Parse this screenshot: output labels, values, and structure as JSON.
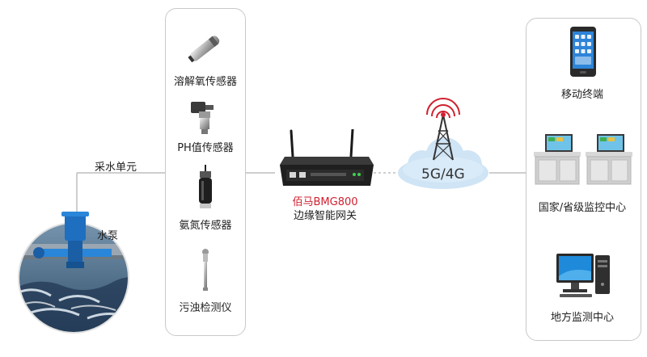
{
  "left": {
    "pipe_label": "采水单元",
    "pump_label": "水泵"
  },
  "sensors": [
    {
      "label": "溶解氧传感器",
      "icon": "dissolved-oxygen-sensor"
    },
    {
      "label": "PH值传感器",
      "icon": "ph-sensor"
    },
    {
      "label": "氨氮传感器",
      "icon": "ammonia-nitrogen-sensor"
    },
    {
      "label": "污浊检测仪",
      "icon": "turbidity-meter"
    }
  ],
  "gateway": {
    "model": "佰马BMG800",
    "name": "边缘智能网关"
  },
  "network": {
    "label": "5G/4G"
  },
  "endpoints": [
    {
      "label": "移动终端",
      "icon": "smartphone"
    },
    {
      "label": "国家/省级监控中心",
      "icon": "monitoring-center"
    },
    {
      "label": "地方监测中心",
      "icon": "desktop-computer"
    }
  ],
  "colors": {
    "brand_red": "#d0202f",
    "panel_border": "#c9c9c9",
    "cloud_blue": "#cfe4f5"
  }
}
